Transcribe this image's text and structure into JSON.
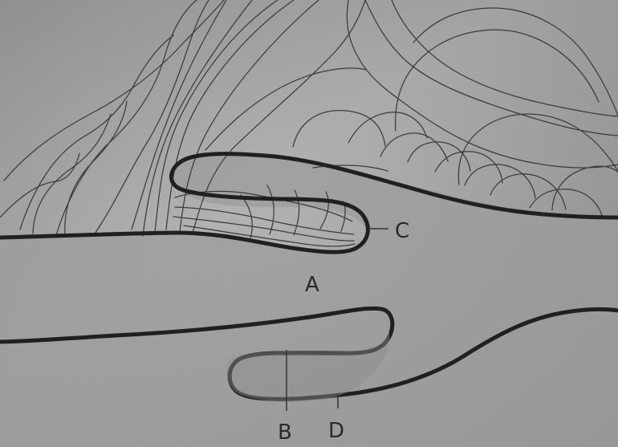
{
  "labels": {
    "A": "A",
    "B": "B",
    "C": "C",
    "D": "D"
  },
  "colors": {
    "paper": "#a8a8a8",
    "lower_fill": "#9f9f9f",
    "ink": "#202020",
    "thin_line": "#3b3b3b"
  }
}
